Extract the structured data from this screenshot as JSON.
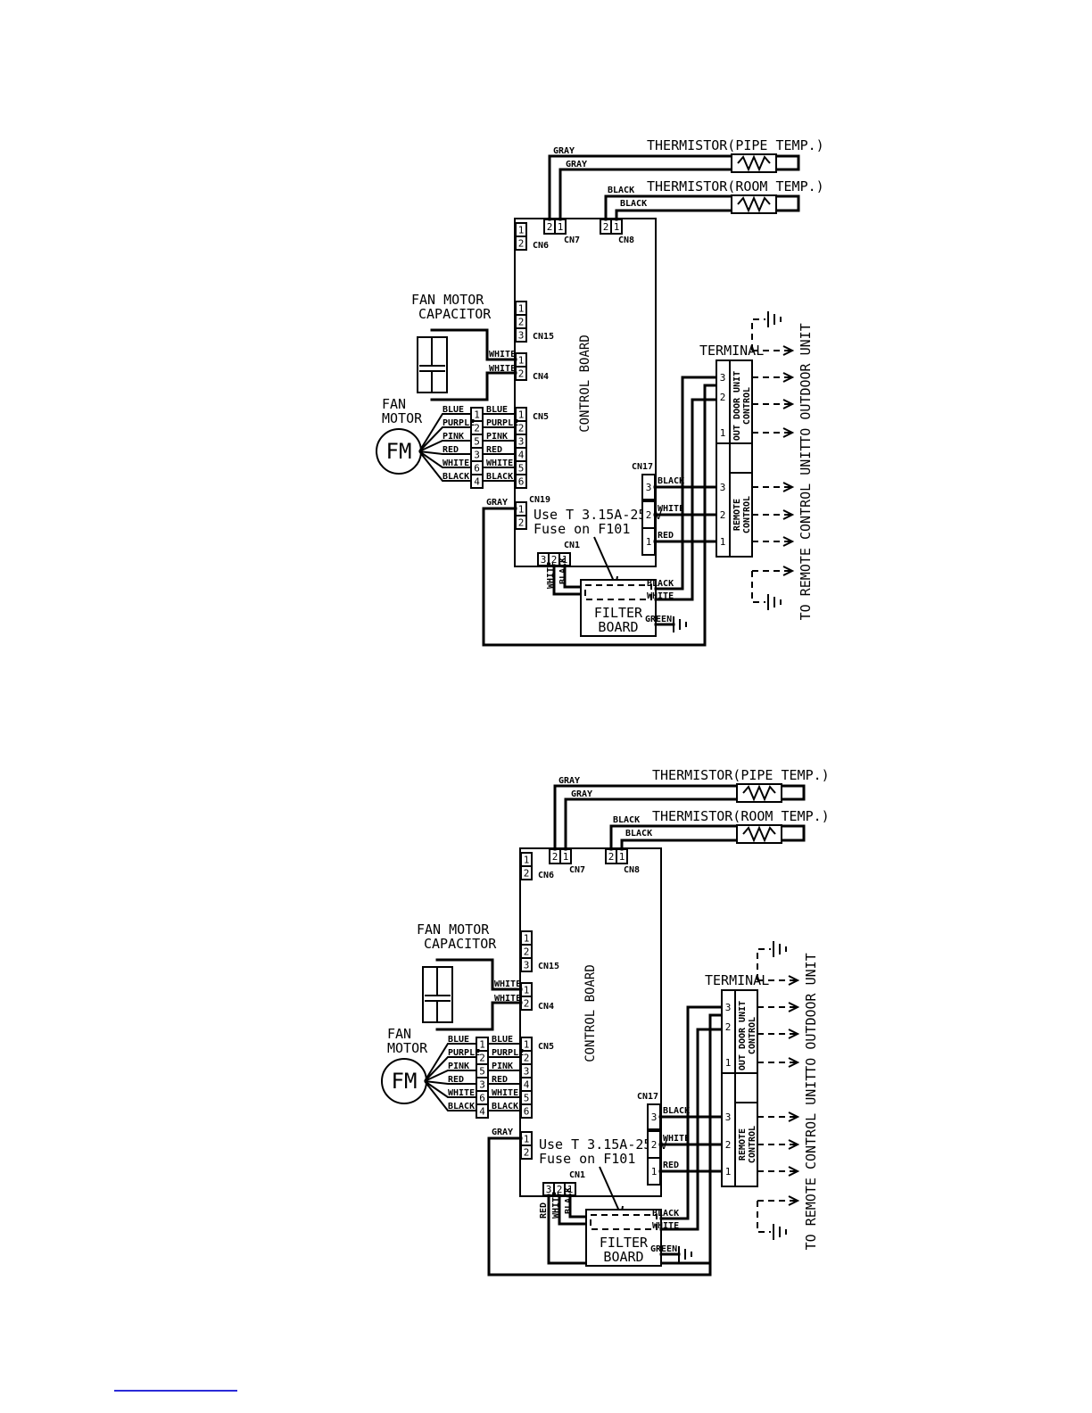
{
  "diagrams": [
    {
      "thermistor_pipe": "THERMISTOR(PIPE TEMP.)",
      "thermistor_room": "THERMISTOR(ROOM TEMP.)",
      "capacitor_line1": "FAN MOTOR",
      "capacitor_line2": "CAPACITOR",
      "motor_line1": "FAN",
      "motor_line2": "MOTOR",
      "motor_symbol": "FM",
      "control_board": "CONTROL BOARD",
      "terminal": "TERMINAL",
      "outdoor_control": [
        "OUT DOOR UNIT",
        "CONTROL"
      ],
      "remote_control": [
        "REMOTE",
        "CONTROL"
      ],
      "to_outdoor": "TO OUTDOOR UNIT",
      "to_remote": "TO REMOTE CONTROL UNIT",
      "fuse_line1": "Use T 3.15A-250V",
      "fuse_line2": "Fuse on F101",
      "filter_line1": "FILTER",
      "filter_line2": "BOARD",
      "connectors": {
        "cn6": "CN6",
        "cn7": "CN7",
        "cn8": "CN8",
        "cn15": "CN15",
        "cn4": "CN4",
        "cn5": "CN5",
        "cn17": "CN17",
        "cn19": "CN19",
        "cn1": "CN1"
      },
      "wires": {
        "gray": "GRAY",
        "black": "BLACK",
        "white": "WHITE",
        "red": "RED",
        "green": "GREEN"
      },
      "motor_wires": [
        "BLUE",
        "PURPLE",
        "PINK",
        "RED",
        "WHITE",
        "BLACK"
      ],
      "motor_pins": [
        "1",
        "2",
        "5",
        "3",
        "6",
        "4"
      ],
      "cn5_pins": [
        "1",
        "2",
        "3",
        "4",
        "5",
        "6"
      ],
      "red_cn1_wire": ""
    },
    {
      "thermistor_pipe": "THERMISTOR(PIPE TEMP.)",
      "thermistor_room": "THERMISTOR(ROOM TEMP.)",
      "capacitor_line1": "FAN MOTOR",
      "capacitor_line2": "CAPACITOR",
      "motor_line1": "FAN",
      "motor_line2": "MOTOR",
      "motor_symbol": "FM",
      "control_board": "CONTROL BOARD",
      "terminal": "TERMINAL",
      "outdoor_control": [
        "OUT DOOR UNIT",
        "CONTROL"
      ],
      "remote_control": [
        "REMOTE",
        "CONTROL"
      ],
      "to_outdoor": "TO OUTDOOR UNIT",
      "to_remote": "TO REMOTE CONTROL UNIT",
      "fuse_line1": "Use T 3.15A-250V",
      "fuse_line2": "Fuse on F101",
      "filter_line1": "FILTER",
      "filter_line2": "BOARD",
      "connectors": {
        "cn6": "CN6",
        "cn7": "CN7",
        "cn8": "CN8",
        "cn15": "CN15",
        "cn4": "CN4",
        "cn5": "CN5",
        "cn17": "CN17",
        "cn19": "",
        "cn1": "CN1"
      },
      "wires": {
        "gray": "GRAY",
        "black": "BLACK",
        "white": "WHITE",
        "red": "RED",
        "green": "GREEN"
      },
      "motor_wires": [
        "BLUE",
        "PURPLE",
        "PINK",
        "RED",
        "WHITE",
        "BLACK"
      ],
      "motor_pins": [
        "1",
        "2",
        "5",
        "3",
        "6",
        "4"
      ],
      "cn5_pins": [
        "1",
        "2",
        "3",
        "4",
        "5",
        "6"
      ],
      "red_cn1_wire": "RED"
    }
  ]
}
